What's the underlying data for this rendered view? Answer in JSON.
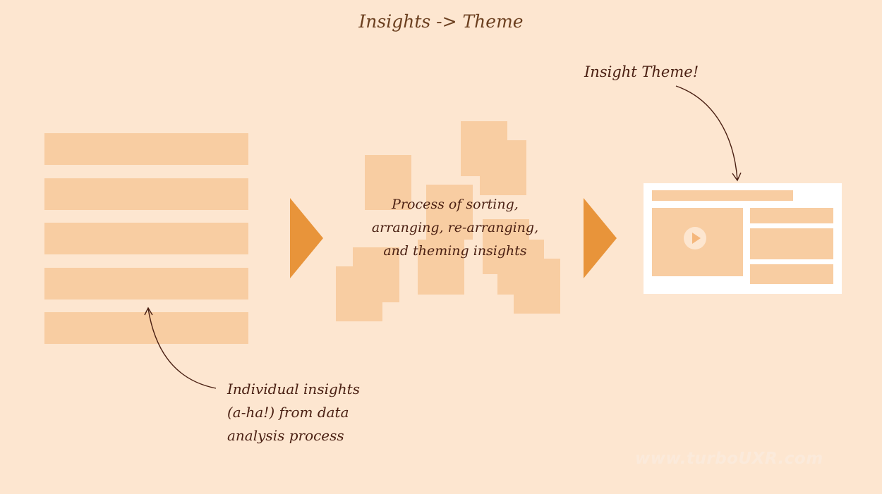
{
  "title": "Insights -> Theme",
  "theme_label": "Insight Theme!",
  "process_label": [
    "Process of sorting,",
    "arranging, re-arranging,",
    "and theming insights"
  ],
  "insights_label": [
    "Individual insights",
    "(a-ha!) from data",
    "analysis process"
  ],
  "watermark": "www.turboUXR.com",
  "colors": {
    "background": "#fde6d0",
    "block": "#f8cda2",
    "accent": "#e8943a",
    "ink": "#4a1f12"
  }
}
